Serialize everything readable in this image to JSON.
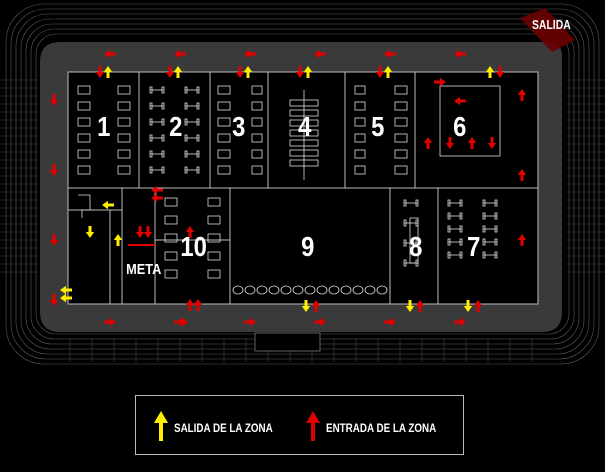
{
  "exit_sign": "SALIDA",
  "zones": [
    {
      "id": "zone-1",
      "label": "1"
    },
    {
      "id": "zone-2",
      "label": "2"
    },
    {
      "id": "zone-3",
      "label": "3"
    },
    {
      "id": "zone-4",
      "label": "4"
    },
    {
      "id": "zone-5",
      "label": "5"
    },
    {
      "id": "zone-6",
      "label": "6"
    },
    {
      "id": "zone-7",
      "label": "7"
    },
    {
      "id": "zone-8",
      "label": "8"
    },
    {
      "id": "zone-9",
      "label": "9"
    },
    {
      "id": "zone-10",
      "label": "10"
    }
  ],
  "finish_label": "META",
  "legend": {
    "exit_text": "SALIDA DE LA ZONA",
    "entry_text": "ENTRADA DE LA ZONA",
    "exit_color": "#ffee00",
    "entry_color": "#e00000"
  },
  "colors": {
    "background": "#000000",
    "track": "#3a3a3a",
    "zone_fill": "#000000",
    "zone_outline": "#bbbbbb",
    "exit_arrow": "#ffee00",
    "entry_arrow": "#e00000"
  }
}
